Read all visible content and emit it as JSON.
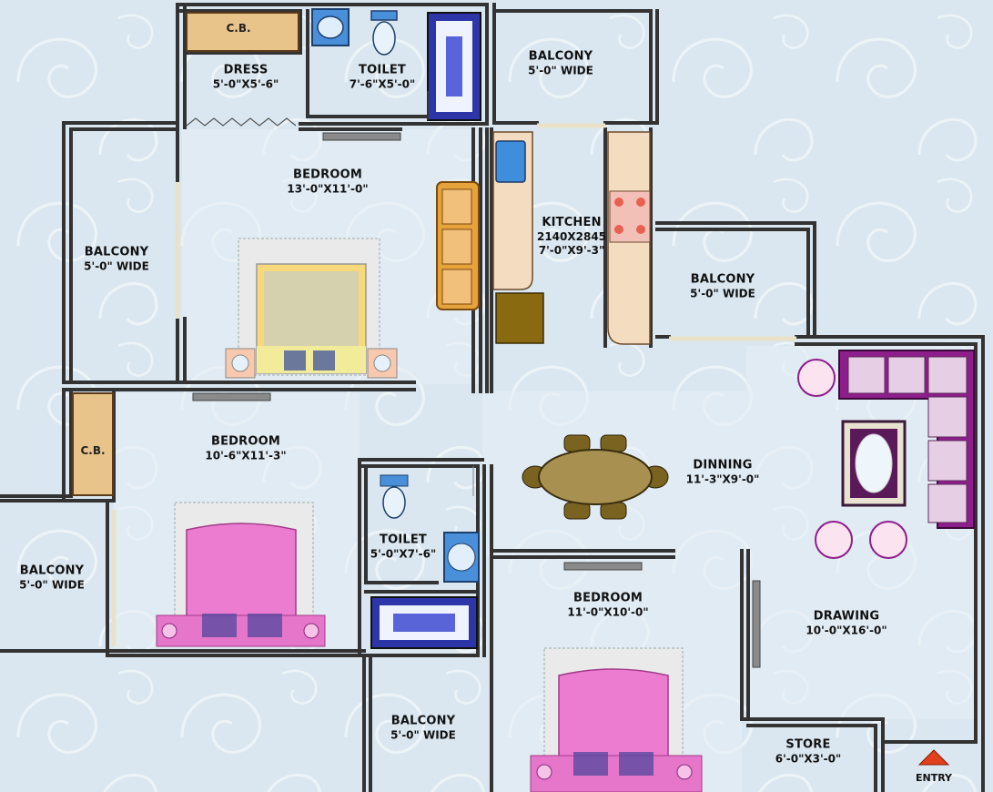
{
  "rooms": {
    "dress": {
      "name": "DRESS",
      "dim": "5'-0\"X5'-6\""
    },
    "toilet_top": {
      "name": "TOILET",
      "dim": "7'-6\"X5'-0\""
    },
    "balcony_top": {
      "name": "BALCONY",
      "dim": "5'-0\" WIDE"
    },
    "bedroom_master": {
      "name": "BEDROOM",
      "dim": "13'-0\"X11'-0\""
    },
    "kitchen": {
      "name": "KITCHEN",
      "dim1": "2140X2845",
      "dim2": "7'-0\"X9'-3\""
    },
    "balcony_left": {
      "name": "BALCONY",
      "dim": "5'-0\" WIDE"
    },
    "balcony_kitchen": {
      "name": "BALCONY",
      "dim": "5'-0\" WIDE"
    },
    "bedroom_2": {
      "name": "BEDROOM",
      "dim": "10'-6\"X11'-3\""
    },
    "dinning": {
      "name": "DINNING",
      "dim": "11'-3\"X9'-0\""
    },
    "toilet_mid": {
      "name": "TOILET",
      "dim": "5'-0\"X7'-6\""
    },
    "balcony_bottom_left": {
      "name": "BALCONY",
      "dim": "5'-0\" WIDE"
    },
    "bedroom_3": {
      "name": "BEDROOM",
      "dim": "11'-0\"X10'-0\""
    },
    "drawing": {
      "name": "DRAWING",
      "dim": "10'-0\"X16'-0\""
    },
    "balcony_bottom": {
      "name": "BALCONY",
      "dim": "5'-0\" WIDE"
    },
    "store": {
      "name": "STORE",
      "dim": "6'-0\"X3'-0\""
    }
  },
  "cupboards": {
    "top": "C.B.",
    "left": "C.B."
  },
  "entry": {
    "label": "ENTRY"
  },
  "colors": {
    "wall": "#3a3a3a",
    "background": "#dde9f1",
    "bed_yellow": "#f6d97a",
    "bed_pink": "#ec7ccf",
    "sofa_purple": "#8e1e8c",
    "entry_arrow": "#e0401c",
    "counter": "#f3dcc0"
  }
}
